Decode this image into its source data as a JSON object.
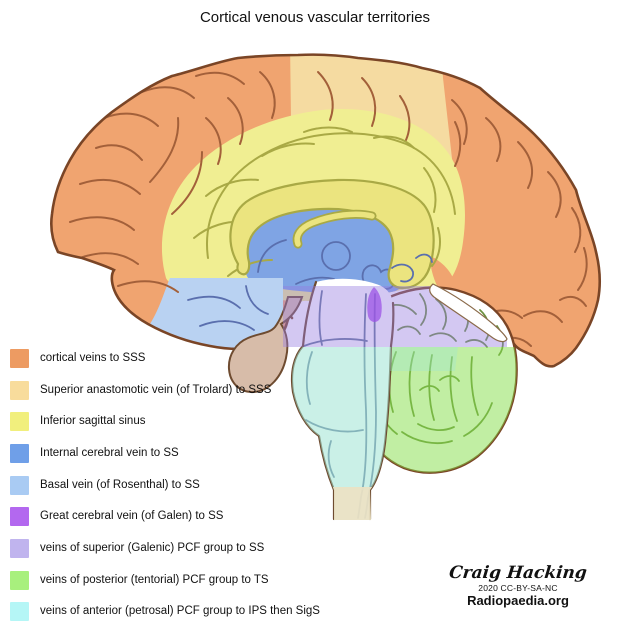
{
  "title": "Cortical venous vascular territories",
  "attribution": {
    "author": "Craig Hacking",
    "license": "2020 CC-BY-SA-NC",
    "source": "Radiopaedia.org"
  },
  "legend": {
    "items": [
      {
        "label": "cortical veins to SSS",
        "color": "#ED9B62"
      },
      {
        "label": "Superior anastomotic vein (of Trolard) to SSS",
        "color": "#F8DC9C"
      },
      {
        "label": "Inferior sagittal sinus",
        "color": "#F1EF7D"
      },
      {
        "label": "Internal cerebral vein to SS",
        "color": "#6F9FE8"
      },
      {
        "label": "Basal vein (of Rosenthal) to SS",
        "color": "#A9CBF3"
      },
      {
        "label": "Great cerebral vein (of Galen) to SS",
        "color": "#B368EF"
      },
      {
        "label": "veins of superior (Galenic) PCF group to SS",
        "color": "#C0B4EE"
      },
      {
        "label": "veins of posterior (tentorial) PCF group to TS",
        "color": "#A8F07D"
      },
      {
        "label": "veins of anterior (petrosal) PCF group to IPS then SigS",
        "color": "#B5F6F6"
      }
    ]
  },
  "diagram": {
    "regions": {
      "cortical_veins": {
        "name": "cortical veins to SSS",
        "fill": "#F0A470"
      },
      "trolard": {
        "name": "Superior anastomotic vein (of Trolard) to SSS",
        "fill": "#F5DBA1"
      },
      "inferior_sagittal_sinus": {
        "name": "Inferior sagittal sinus",
        "fill": "#F0EE92"
      },
      "internal_cerebral_vein": {
        "name": "Internal cerebral vein to SS",
        "fill": "#7FA4E4"
      },
      "basal_vein": {
        "name": "Basal vein (of Rosenthal) to SS",
        "fill": "#B9D2F2"
      },
      "galen": {
        "name": "Great cerebral vein (of Galen) to SS",
        "fill": "rgba(156,84,230,0.75)"
      },
      "superior_pcf": {
        "name": "veins of superior (Galenic) PCF group to SS",
        "fill": "rgba(150,123,224,0.42)"
      },
      "posterior_pcf": {
        "name": "veins of posterior (tentorial) PCF group to TS",
        "fill": "rgba(132,221,72,0.50)"
      },
      "anterior_pcf": {
        "name": "veins of anterior (petrosal) PCF group to IPS then SigS",
        "fill": "rgba(158,228,212,0.55)"
      }
    },
    "structures": {
      "corpus_callosum": "#EBE47F",
      "pituitary": "#D7BCA9",
      "spinal_cord": "rgba(233,226,196,0.95)",
      "overlap_strip": "rgba(158,228,212,0.35)",
      "tentorium": "#FFFFFF"
    },
    "lines": {
      "outline": "#7A4526",
      "sulci": "#A3603A",
      "olive": "#A9A945",
      "slate": "#5A6FAE",
      "stem": "#64789B",
      "folia": "#6D9140",
      "tentorium_edge": "#8A6A4A"
    }
  }
}
